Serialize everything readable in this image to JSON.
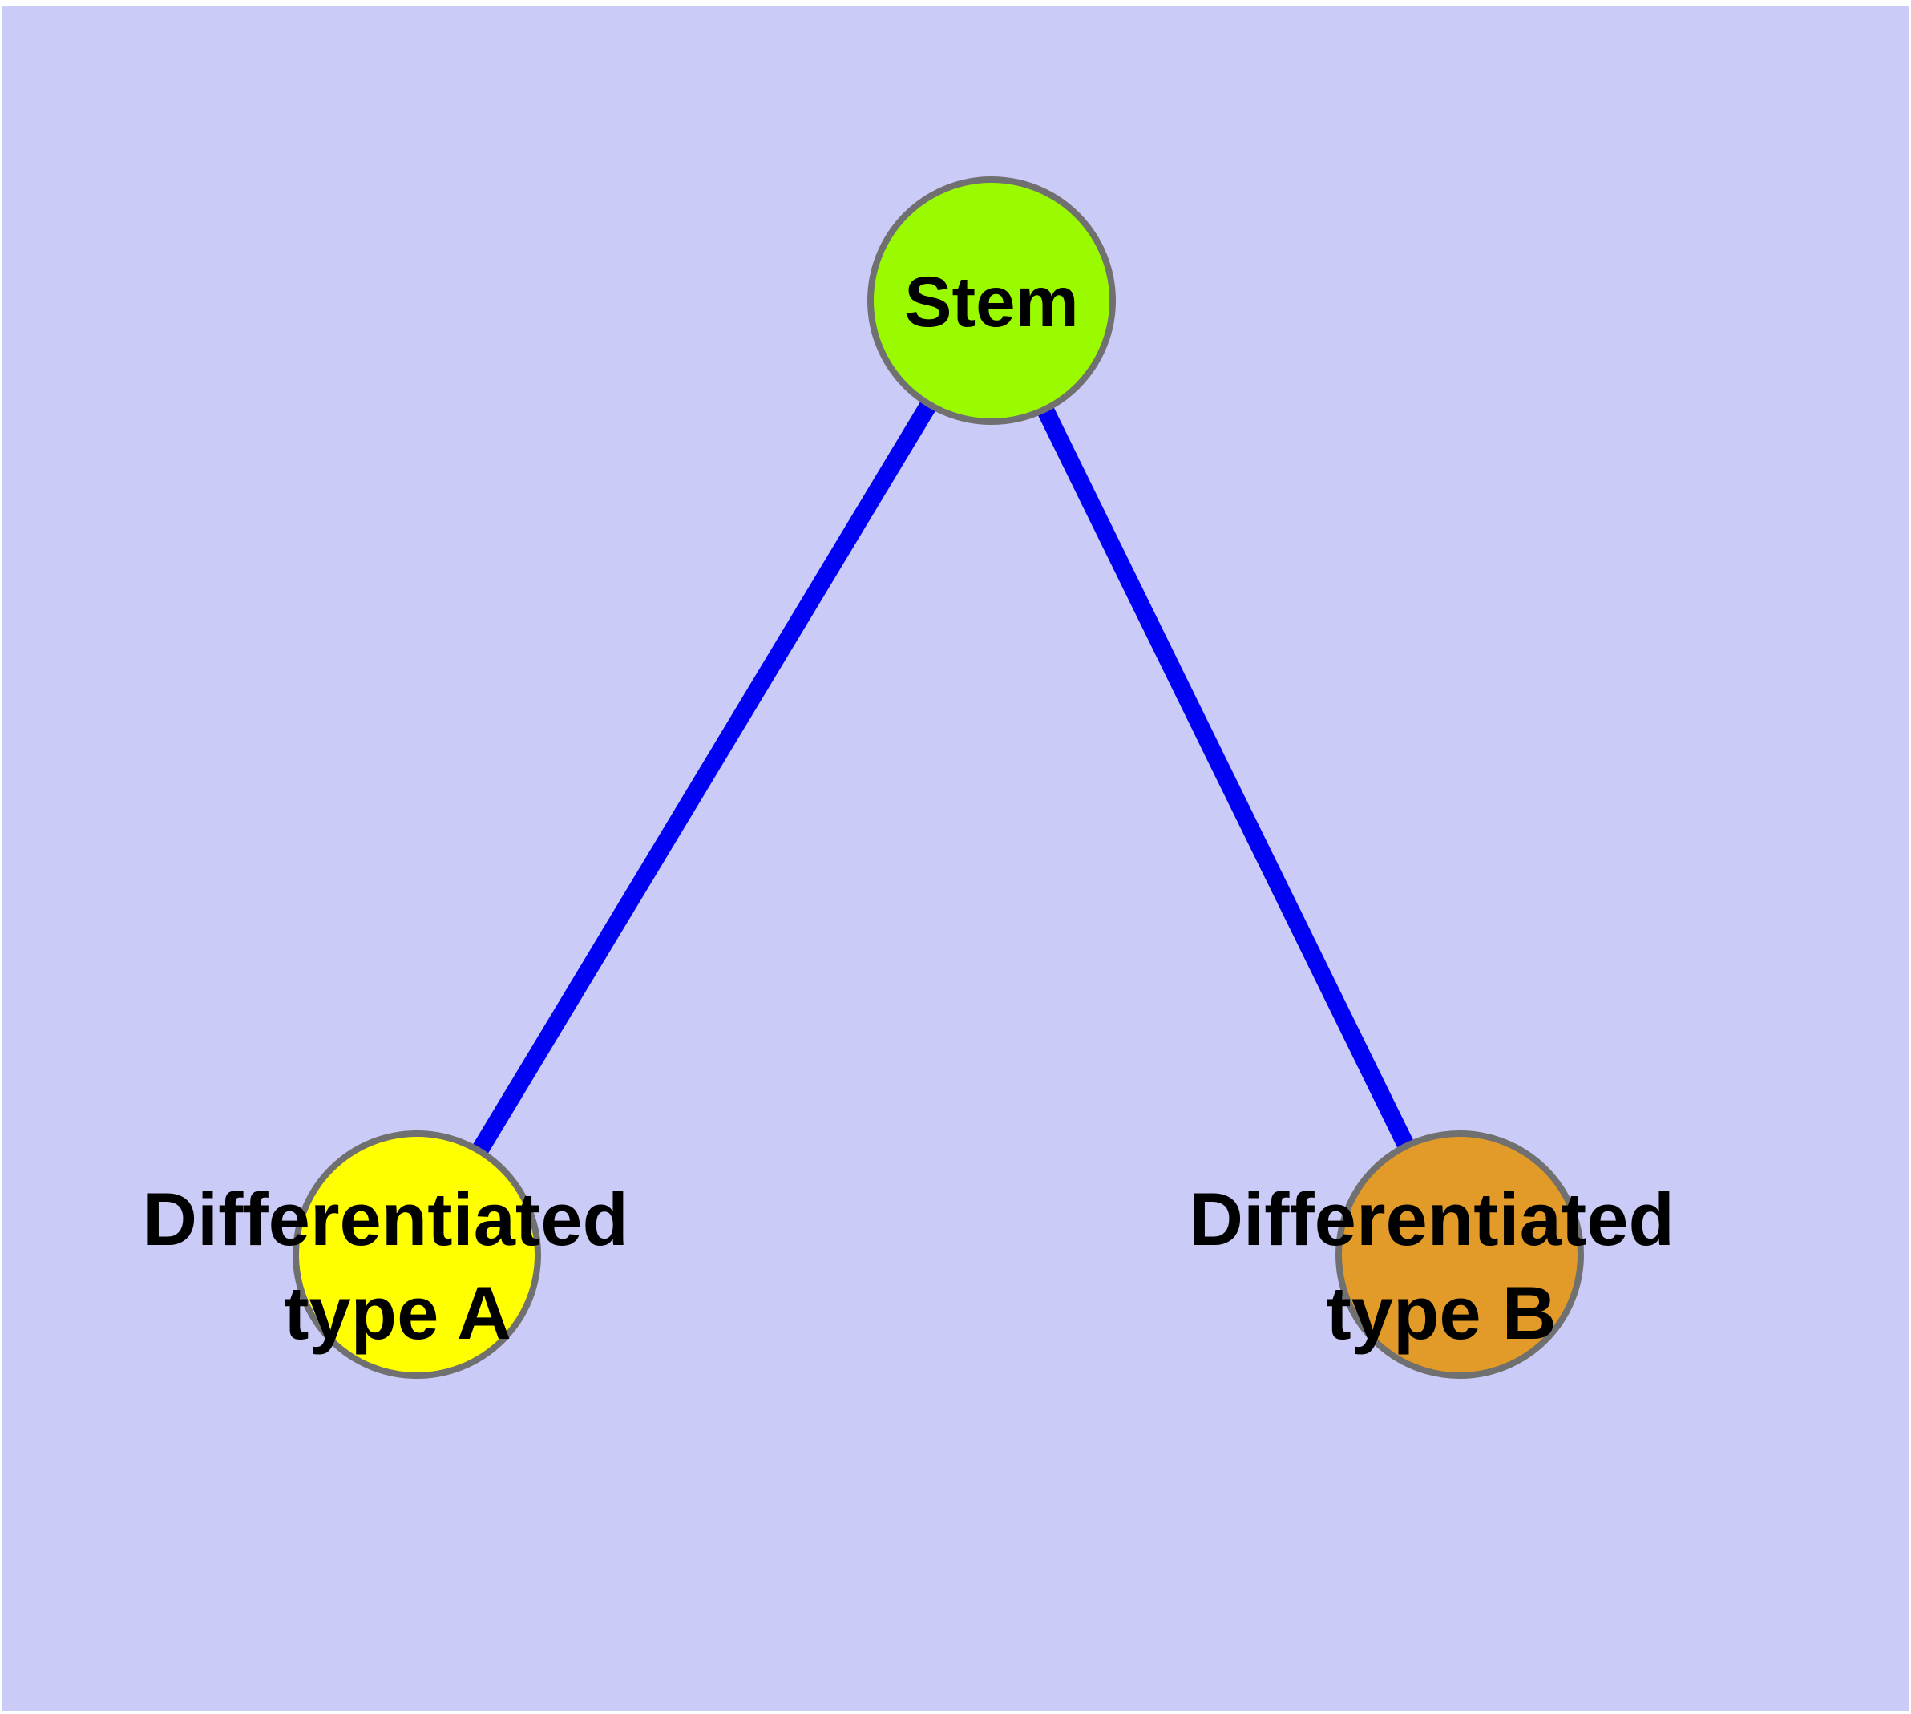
{
  "canvas": {
    "margin_color": "#FFFFFF",
    "background_color": "#CBCBF8"
  },
  "diagram": {
    "title_semantic": "Stem cell differentiation graph",
    "edge_color": "#0000F5",
    "node_border_color": "#707070",
    "label_color": "#000000",
    "nodes": {
      "stem": {
        "label": "Stem",
        "fill": "#9AFA00"
      },
      "type_a": {
        "label_line1": "Differentiated",
        "label_line2": "type A",
        "fill": "#FFFF00"
      },
      "type_b": {
        "label_line1": "Differentiated",
        "label_line2": "type B",
        "fill": "#E29B28"
      }
    },
    "edges": [
      {
        "from": "stem",
        "to": "type_a"
      },
      {
        "from": "stem",
        "to": "type_b"
      }
    ]
  }
}
